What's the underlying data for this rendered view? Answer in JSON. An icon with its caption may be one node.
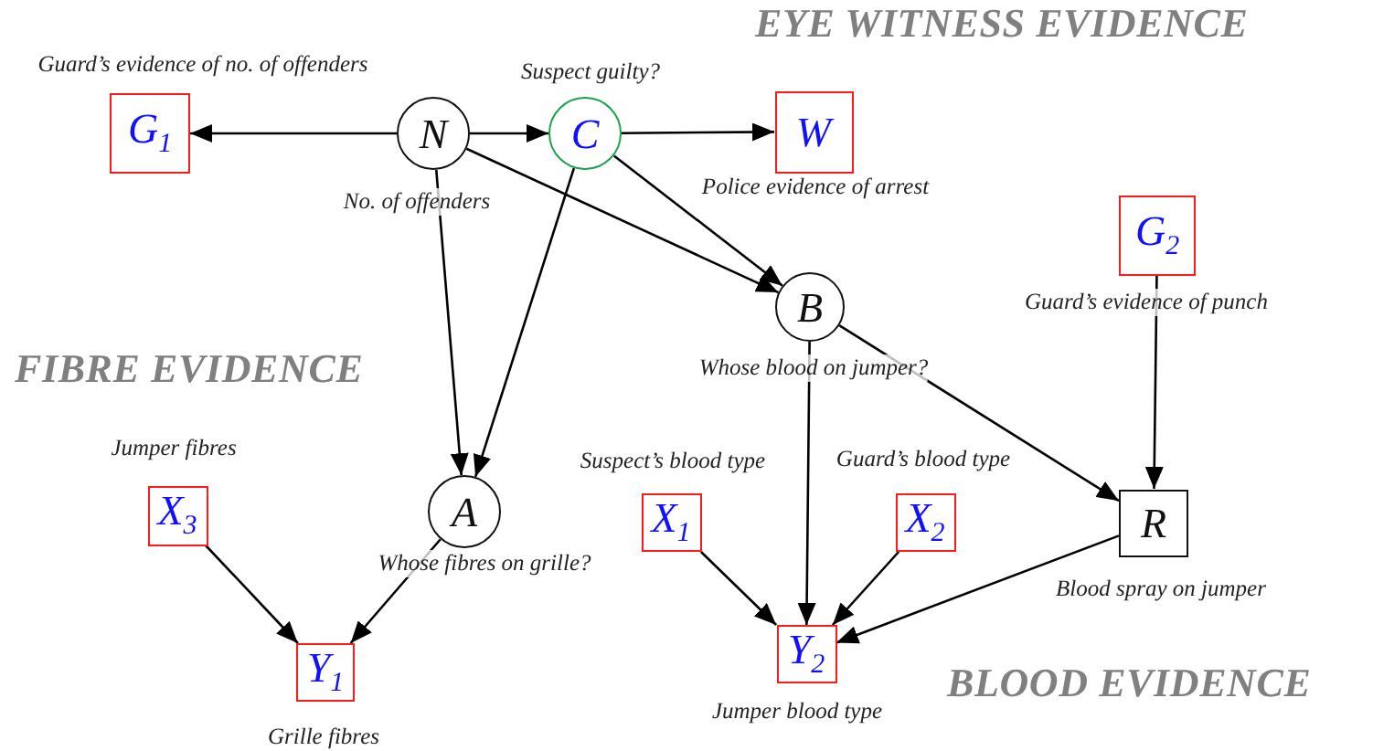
{
  "diagram": {
    "nodes": [
      {
        "text": [
          "G$_{1}$"
        ],
        "beside": [
          "Guard’s evidence of no. of offenders"
        ]
      },
      {
        "text": [
          "N"
        ],
        "beside": [
          "No. of offenders"
        ]
      },
      {
        "text": [
          "C"
        ],
        "beside": [
          "Suspect guilty?"
        ]
      },
      {
        "text": [
          "W"
        ],
        "beside": [
          "Police evidence of arrest"
        ]
      },
      {
        "text": [
          "B"
        ],
        "beside": [
          "Whose blood on jumper?"
        ]
      },
      {
        "text": [
          "G$_{2}$"
        ],
        "beside": [
          "Guard’s evidence of punch"
        ]
      },
      {
        "text": [
          "A"
        ],
        "beside": [
          "Whose fibres on grille?"
        ]
      },
      {
        "text": [
          "X$_{3}$"
        ],
        "beside": [
          "Jumper fibres"
        ]
      },
      {
        "text": [
          "X$_{1}$"
        ],
        "beside": [
          "Suspect’s blood type"
        ]
      },
      {
        "text": [
          "X$_{2}$"
        ],
        "beside": [
          "Guard’s blood type"
        ]
      },
      {
        "text": [
          "R"
        ],
        "beside": [
          "Blood spray on jumper"
        ]
      },
      {
        "text": [
          "Y$_{1}$"
        ],
        "beside": [
          "Grille fibres"
        ]
      },
      {
        "text": [
          "Y$_{2}$"
        ],
        "beside": [
          "Jumper blood type"
        ]
      }
    ],
    "edges": [
      {
        "from": 1,
        "to": 0,
        "arrow": "to"
      },
      {
        "from": 1,
        "to": 2,
        "arrow": "to"
      },
      {
        "from": 2,
        "to": 3,
        "arrow": "to"
      },
      {
        "from": 1,
        "to": 4,
        "arrow": "to"
      },
      {
        "from": 2,
        "to": 4,
        "arrow": "to"
      },
      {
        "from": 1,
        "to": 6,
        "arrow": "to"
      },
      {
        "from": 2,
        "to": 6,
        "arrow": "to"
      },
      {
        "from": 4,
        "to": 12,
        "arrow": "to"
      },
      {
        "from": 4,
        "to": 10,
        "arrow": "to"
      },
      {
        "from": 5,
        "to": 10,
        "arrow": "to"
      },
      {
        "from": 7,
        "to": 11,
        "arrow": "to"
      },
      {
        "from": 6,
        "to": 11,
        "arrow": "to"
      },
      {
        "from": 8,
        "to": 12,
        "arrow": "to"
      },
      {
        "from": 9,
        "to": 12,
        "arrow": "to"
      },
      {
        "from": 10,
        "to": 12,
        "arrow": "to"
      }
    ],
    "labels": [
      "EYE WITNESS EVIDENCE",
      "FIBRE EVIDENCE",
      "BLOOD EVIDENCE"
    ]
  }
}
